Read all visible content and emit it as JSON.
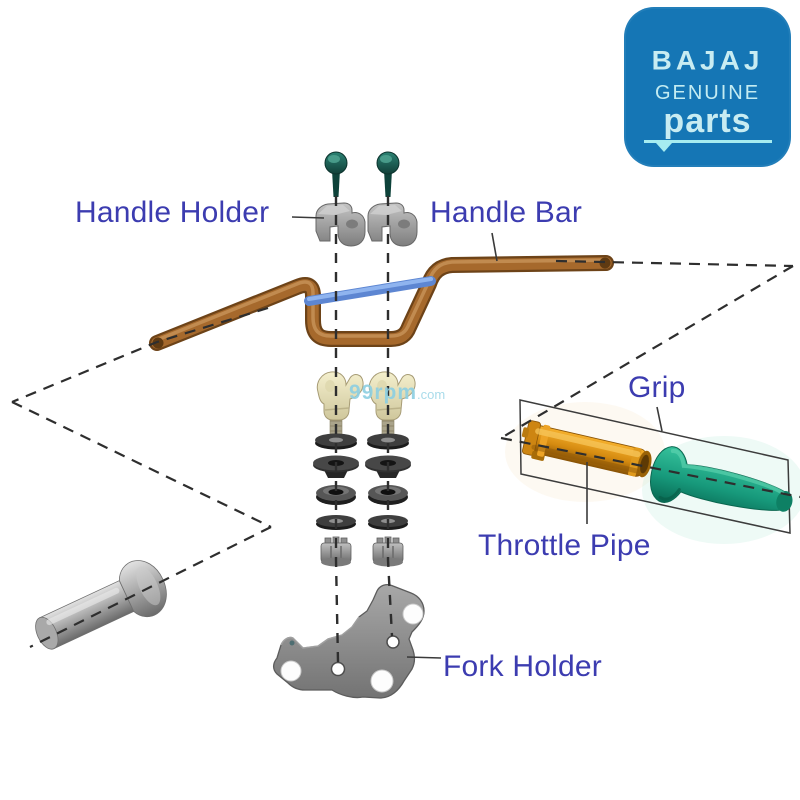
{
  "logo": {
    "brand": "BAJAJ",
    "subtitle": "GENUINE",
    "product": "parts",
    "bg_color": "#1576b5",
    "text_color": "#c8ecf2"
  },
  "labels": {
    "handle_holder": "Handle Holder",
    "handle_bar": "Handle Bar",
    "grip": "Grip",
    "throttle_pipe": "Throttle Pipe",
    "fork_holder": "Fork Holder"
  },
  "watermark": {
    "site": "99rpm",
    "tld": ".com"
  },
  "colors": {
    "label_text": "#3c3cb0",
    "handlebar": "#a6692c",
    "crossbar": "#5d86d2",
    "throttle_pipe": "#d89018",
    "grip": "#1ba183",
    "bolt": "#1c635a",
    "metal": "#9a9a9a"
  }
}
